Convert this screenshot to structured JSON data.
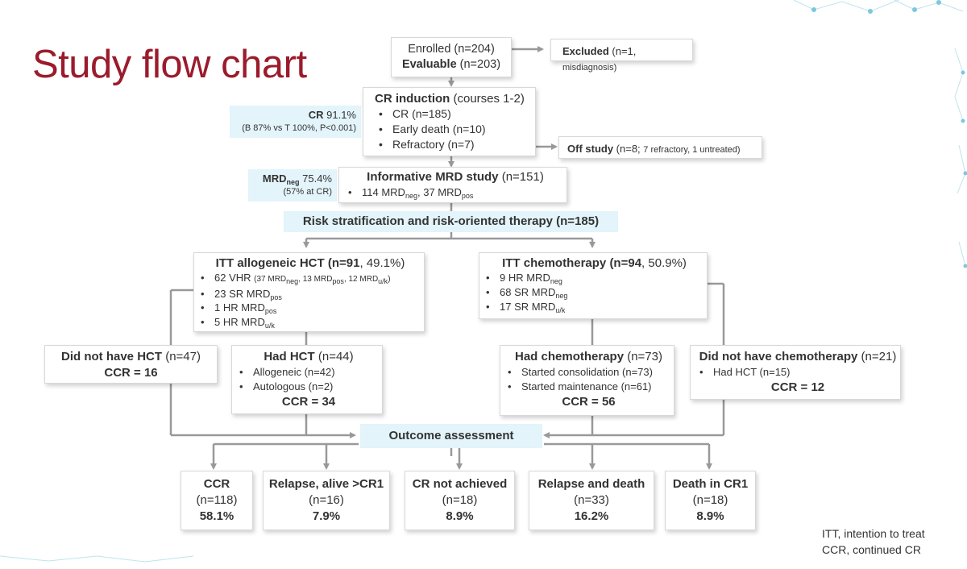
{
  "title": "Study flow chart",
  "enrolled": {
    "line1": "Enrolled (n=204)",
    "line2_bold": "Evaluable",
    "line2_rest": " (n=203)"
  },
  "excluded": {
    "bold": "Excluded",
    "rest": " (n=1, ",
    "small": "misdiagnosis)"
  },
  "induction": {
    "heading_bold": "CR induction",
    "heading_rest": " (courses 1-2)",
    "items": [
      "CR (n=185)",
      "Early death (n=10)",
      "Refractory (n=7)"
    ]
  },
  "cr_note": {
    "bold": "CR",
    "rest": " 91.1%",
    "sub": "(B 87% vs T 100%, P<0.001)"
  },
  "off_study": {
    "bold": "Off study",
    "rest": " (n=8; ",
    "small": "7 refractory, 1 untreated)"
  },
  "mrd_note": {
    "pre": "MRD",
    "sub": "neg",
    "rest": " 75.4%",
    "line2": "(57% at CR)"
  },
  "mrd_study": {
    "heading_bold": "Informative MRD study",
    "heading_rest": " (n=151)",
    "item_a": "114 MRD",
    "item_a_sub": "neg",
    "item_b": ", 37 MRD",
    "item_b_sub": "pos"
  },
  "risk": "Risk stratification and risk-oriented therapy (n=185)",
  "itt_hct": {
    "heading_bold": "ITT allogeneic HCT (n=91",
    "heading_rest": ", 49.1%)",
    "vhr_main": "62 VHR ",
    "vhr_small_a": "(37 MRD",
    "vhr_sub_a": "neg",
    "vhr_small_b": ", 13 MRD",
    "vhr_sub_b": "pos",
    "vhr_small_c": ", 12 MRD",
    "vhr_sub_c": "u/k",
    "vhr_small_d": ")",
    "sr_pos": "23 SR MRD",
    "sr_pos_sub": "pos",
    "hr_pos": "1 HR MRD",
    "hr_pos_sub": "pos",
    "hr_uk": "5 HR MRD",
    "hr_uk_sub": "u/k"
  },
  "itt_chemo": {
    "heading_bold": "ITT chemotherapy (n=94",
    "heading_rest": ", 50.9%)",
    "a": "9 HR MRD",
    "a_sub": "neg",
    "b": "68 SR MRD",
    "b_sub": "neg",
    "c": "17 SR MRD",
    "c_sub": "u/k"
  },
  "no_hct": {
    "bold": "Did not have HCT",
    "rest": " (n=47)",
    "ccr": "CCR = 16"
  },
  "had_hct": {
    "bold": "Had HCT",
    "rest": " (n=44)",
    "items": [
      "Allogeneic (n=42)",
      "Autologous (n=2)"
    ],
    "ccr": "CCR = 34"
  },
  "had_chemo": {
    "bold": "Had chemotherapy",
    "rest": " (n=73)",
    "items": [
      "Started consolidation (n=73)",
      "Started maintenance (n=61)"
    ],
    "ccr": "CCR = 56"
  },
  "no_chemo": {
    "bold": "Did not have chemotherapy",
    "rest": " (n=21)",
    "items": [
      "Had HCT (n=15)"
    ],
    "ccr": "CCR = 12"
  },
  "outcome": "Outcome assessment",
  "outcomes": [
    {
      "label": "CCR",
      "n": "(n=118)",
      "pct": "58.1%"
    },
    {
      "label": "Relapse, alive >CR1",
      "n": "(n=16)",
      "pct": "7.9%"
    },
    {
      "label": "CR not achieved",
      "n": "(n=18)",
      "pct": "8.9%"
    },
    {
      "label": "Relapse and death",
      "n": "(n=33)",
      "pct": "16.2%"
    },
    {
      "label": "Death in CR1",
      "n": "(n=18)",
      "pct": "8.9%"
    }
  ],
  "footnotes": [
    "ITT, intention to treat",
    "CCR, continued CR"
  ],
  "colors": {
    "title": "#9b1b2c",
    "connector": "#999999",
    "band": "#e3f4fa",
    "text": "#333333"
  }
}
